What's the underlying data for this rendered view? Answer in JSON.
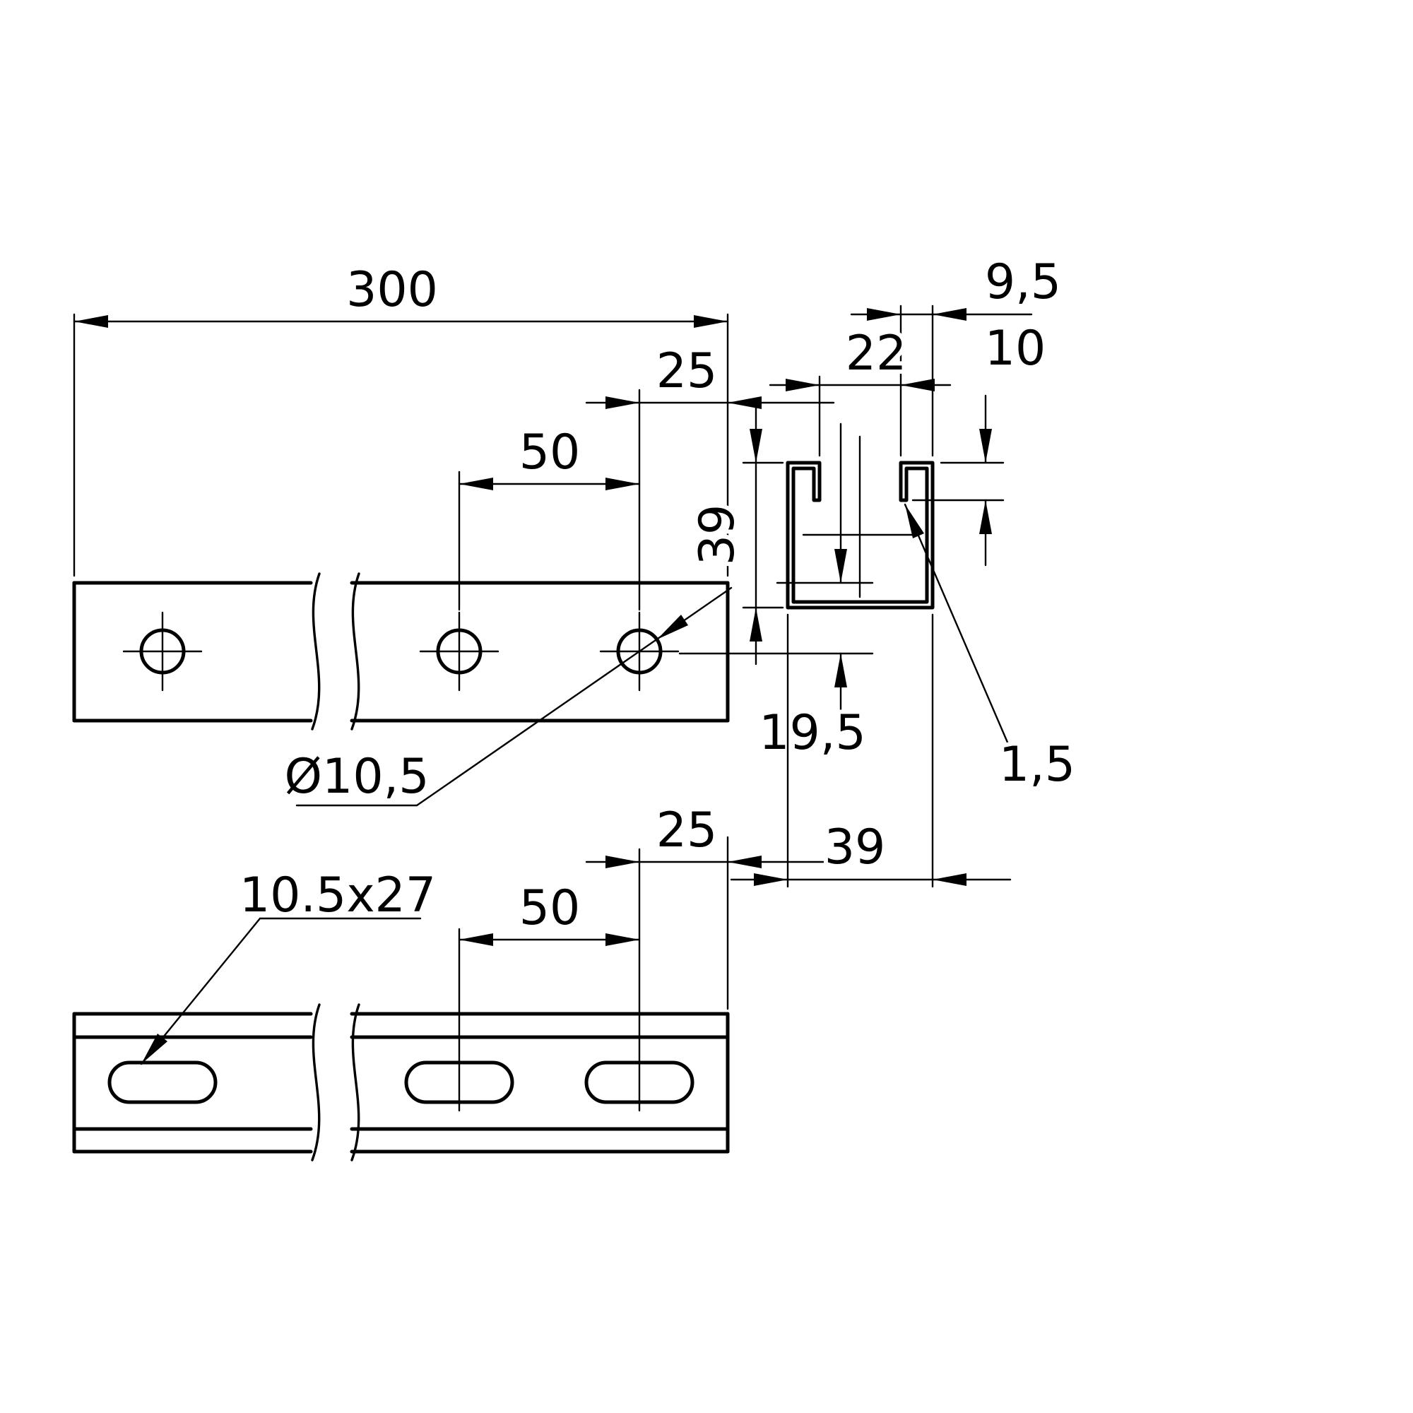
{
  "page": {
    "background": "#ffffff",
    "line_color": "#000000",
    "kind": "technical dimension drawing of a C-channel strut rail"
  },
  "views": {
    "top_profile": {
      "label": "front view with round holes",
      "dims": {
        "overall_length": "300",
        "end_hole_offset": "25",
        "hole_pitch": "50",
        "hole_center_height": "19,5",
        "hole_diameter": "Ø10,5"
      }
    },
    "bottom_profile": {
      "label": "front view with slotted holes",
      "dims": {
        "end_slot_offset": "25",
        "slot_pitch": "50",
        "slot_size": "10.5x27"
      }
    },
    "cross_section": {
      "label": "C-profile cross section",
      "dims": {
        "lip_width": "9,5",
        "lip_depth": "10",
        "opening_width": "22",
        "profile_height": "39",
        "profile_width": "39",
        "wall_thickness": "1,5"
      }
    }
  }
}
